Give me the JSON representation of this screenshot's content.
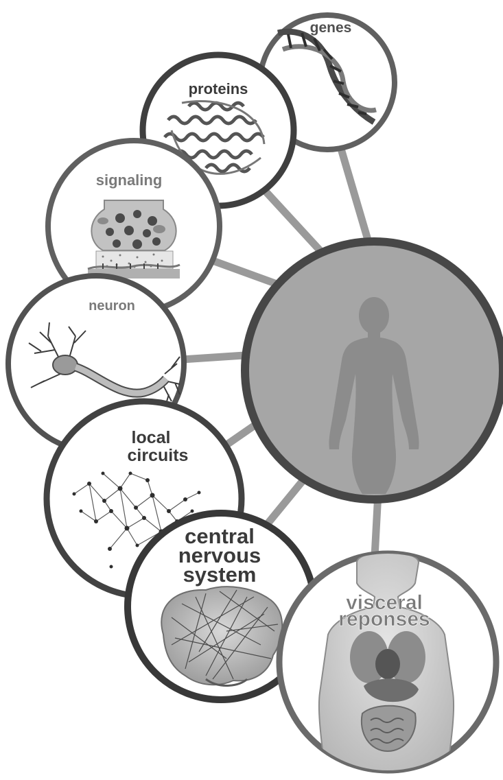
{
  "diagram": {
    "colors": {
      "background": "#ffffff",
      "connector": "#9a9a9a",
      "circle_stroke": "#606060",
      "circle_stroke_dark": "#3f3f3f",
      "center_fill": "#a6a6a6",
      "center_stroke": "#474747",
      "silhouette": "#8c8c8c"
    },
    "center": {
      "icon": "human-silhouette-icon"
    },
    "nodes": {
      "genes": {
        "label": "genes",
        "icon": "dna-helix-icon"
      },
      "proteins": {
        "label": "proteins",
        "icon": "protein-structure-icon"
      },
      "signaling": {
        "label": "signaling",
        "icon": "synapse-icon"
      },
      "neuron": {
        "label": "neuron",
        "icon": "neuron-cell-icon"
      },
      "local_circuits": {
        "line1": "local",
        "line2": "circuits",
        "icon": "neural-network-icon"
      },
      "cns": {
        "line1": "central",
        "line2": "nervous",
        "line3": "system",
        "icon": "brain-icon"
      },
      "visceral": {
        "line1": "visceral",
        "line2": "reponses",
        "icon": "human-anatomy-icon"
      }
    }
  }
}
